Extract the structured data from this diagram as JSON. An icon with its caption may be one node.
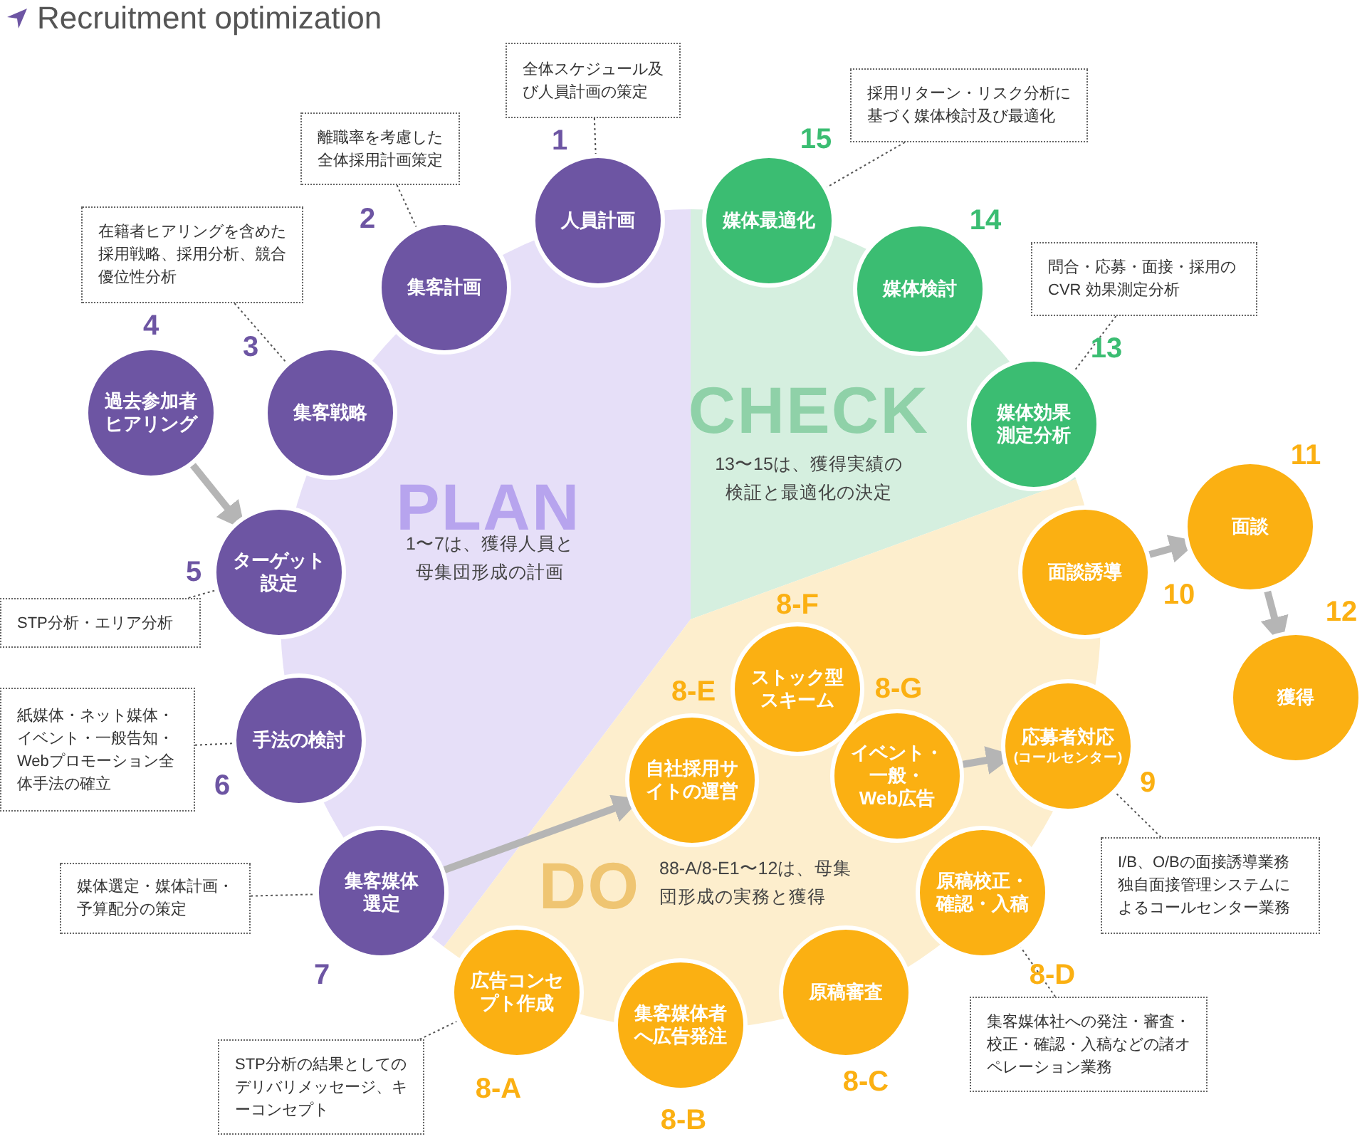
{
  "diagram": {
    "title": "Recruitment optimization",
    "nodes": [
      {
        "text": [
          "人員計画"
        ],
        "beside": [
          "1"
        ]
      },
      {
        "text": [
          "集客計画"
        ],
        "beside": [
          "2"
        ]
      },
      {
        "text": [
          "集客戦略"
        ],
        "beside": [
          "3"
        ]
      },
      {
        "text": [
          "過去参加者ヒアリング"
        ],
        "beside": [
          "4"
        ]
      },
      {
        "text": [
          "ターゲット設定"
        ],
        "beside": [
          "5"
        ]
      },
      {
        "text": [
          "手法の検討"
        ],
        "beside": [
          "6"
        ]
      },
      {
        "text": [
          "集客媒体選定"
        ],
        "beside": [
          "7"
        ]
      },
      {
        "text": [
          "広告コンセプト作成"
        ],
        "beside": [
          "8-A"
        ]
      },
      {
        "text": [
          "集客媒体者へ広告発注"
        ],
        "beside": [
          "8-B"
        ]
      },
      {
        "text": [
          "原稿審査"
        ],
        "beside": [
          "8-C"
        ]
      },
      {
        "text": [
          "原稿校正・確認・入稿"
        ],
        "beside": [
          "8-D"
        ]
      },
      {
        "text": [
          "自社採用サイトの運営"
        ],
        "beside": [
          "8-E"
        ]
      },
      {
        "text": [
          "ストック型スキーム"
        ],
        "beside": [
          "8-F"
        ]
      },
      {
        "text": [
          "イベント・一般・Web広告"
        ],
        "beside": [
          "8-G"
        ]
      },
      {
        "text": [
          "応募者対応",
          "(コールセンター)"
        ],
        "beside": [
          "9"
        ]
      },
      {
        "text": [
          "面談誘導"
        ],
        "beside": [
          "10"
        ]
      },
      {
        "text": [
          "面談"
        ],
        "beside": [
          "11"
        ]
      },
      {
        "text": [
          "獲得"
        ],
        "beside": [
          "12"
        ]
      },
      {
        "text": [
          "媒体効果測定分析"
        ],
        "beside": [
          "13"
        ]
      },
      {
        "text": [
          "媒体検討"
        ],
        "beside": [
          "14"
        ]
      },
      {
        "text": [
          "媒体最適化"
        ],
        "beside": [
          "15"
        ]
      },
      {
        "text": [
          "全体スケジュール及び人員計画の策定"
        ]
      },
      {
        "text": [
          "離職率を考慮した全体採用計画策定"
        ]
      },
      {
        "text": [
          "在籍者ヒアリングを含めた採用戦略、採用分析、競合優位性分析"
        ]
      },
      {
        "text": [
          "STP分析・エリア分析"
        ]
      },
      {
        "text": [
          "紙媒体・ネット媒体・イベント・一般告知・Webプロモーション全体手法の確立"
        ]
      },
      {
        "text": [
          "媒体選定・媒体計画・予算配分の策定"
        ]
      },
      {
        "text": [
          "STP分析の結果としてのデリバリメッセージ、キーコンセプト"
        ]
      },
      {
        "text": [
          "集客媒体社への発注・審査・校正・確認・入稿などの諸オペレーション業務"
        ]
      },
      {
        "text": [
          "I/B、O/Bの面接誘導業務独自面接管理システムによるコールセンター業務"
        ]
      },
      {
        "text": [
          "問合・応募・面接・採用のCVR 効果測定分析"
        ]
      },
      {
        "text": [
          "採用リターン・リスク分析に基づく媒体検討及び最適化"
        ]
      }
    ],
    "edges": [
      {
        "from": 3,
        "to": 4,
        "arrow": "to",
        "style": "thick",
        "color": "#b5b5b5"
      },
      {
        "from": 6,
        "to": 11,
        "arrow": "to",
        "style": "thick",
        "color": "#b5b5b5"
      },
      {
        "from": 13,
        "to": 14,
        "arrow": "to",
        "style": "thick",
        "color": "#b5b5b5"
      },
      {
        "from": 15,
        "to": 16,
        "arrow": "to",
        "style": "thick",
        "color": "#b5b5b5"
      },
      {
        "from": 16,
        "to": 17,
        "arrow": "to",
        "style": "thick",
        "color": "#b5b5b5"
      },
      {
        "from": 21,
        "to": 0,
        "arrow": "none",
        "style": "dashed"
      },
      {
        "from": 22,
        "to": 1,
        "arrow": "none",
        "style": "dashed"
      },
      {
        "from": 23,
        "to": 2,
        "arrow": "none",
        "style": "dashed"
      },
      {
        "from": 24,
        "to": 4,
        "arrow": "none",
        "style": "dashed"
      },
      {
        "from": 25,
        "to": 5,
        "arrow": "none",
        "style": "dashed"
      },
      {
        "from": 26,
        "to": 6,
        "arrow": "none",
        "style": "dashed"
      },
      {
        "from": 27,
        "to": 7,
        "arrow": "none",
        "style": "dashed"
      },
      {
        "from": 28,
        "to": 10,
        "arrow": "none",
        "style": "dashed"
      },
      {
        "from": 29,
        "to": 14,
        "arrow": "none",
        "style": "dashed"
      },
      {
        "from": 30,
        "to": 18,
        "arrow": "none",
        "style": "dashed"
      },
      {
        "from": 31,
        "to": 20,
        "arrow": "none",
        "style": "dashed"
      }
    ],
    "labels": [
      "CHECK",
      "13〜15は、獲得実績の検証と最適化の決定",
      "PLAN",
      "1〜7は、獲得人員と母集団形成の計画",
      "DO",
      "88-A/8-E1〜12は、母集団形成の実務と獲得"
    ]
  }
}
